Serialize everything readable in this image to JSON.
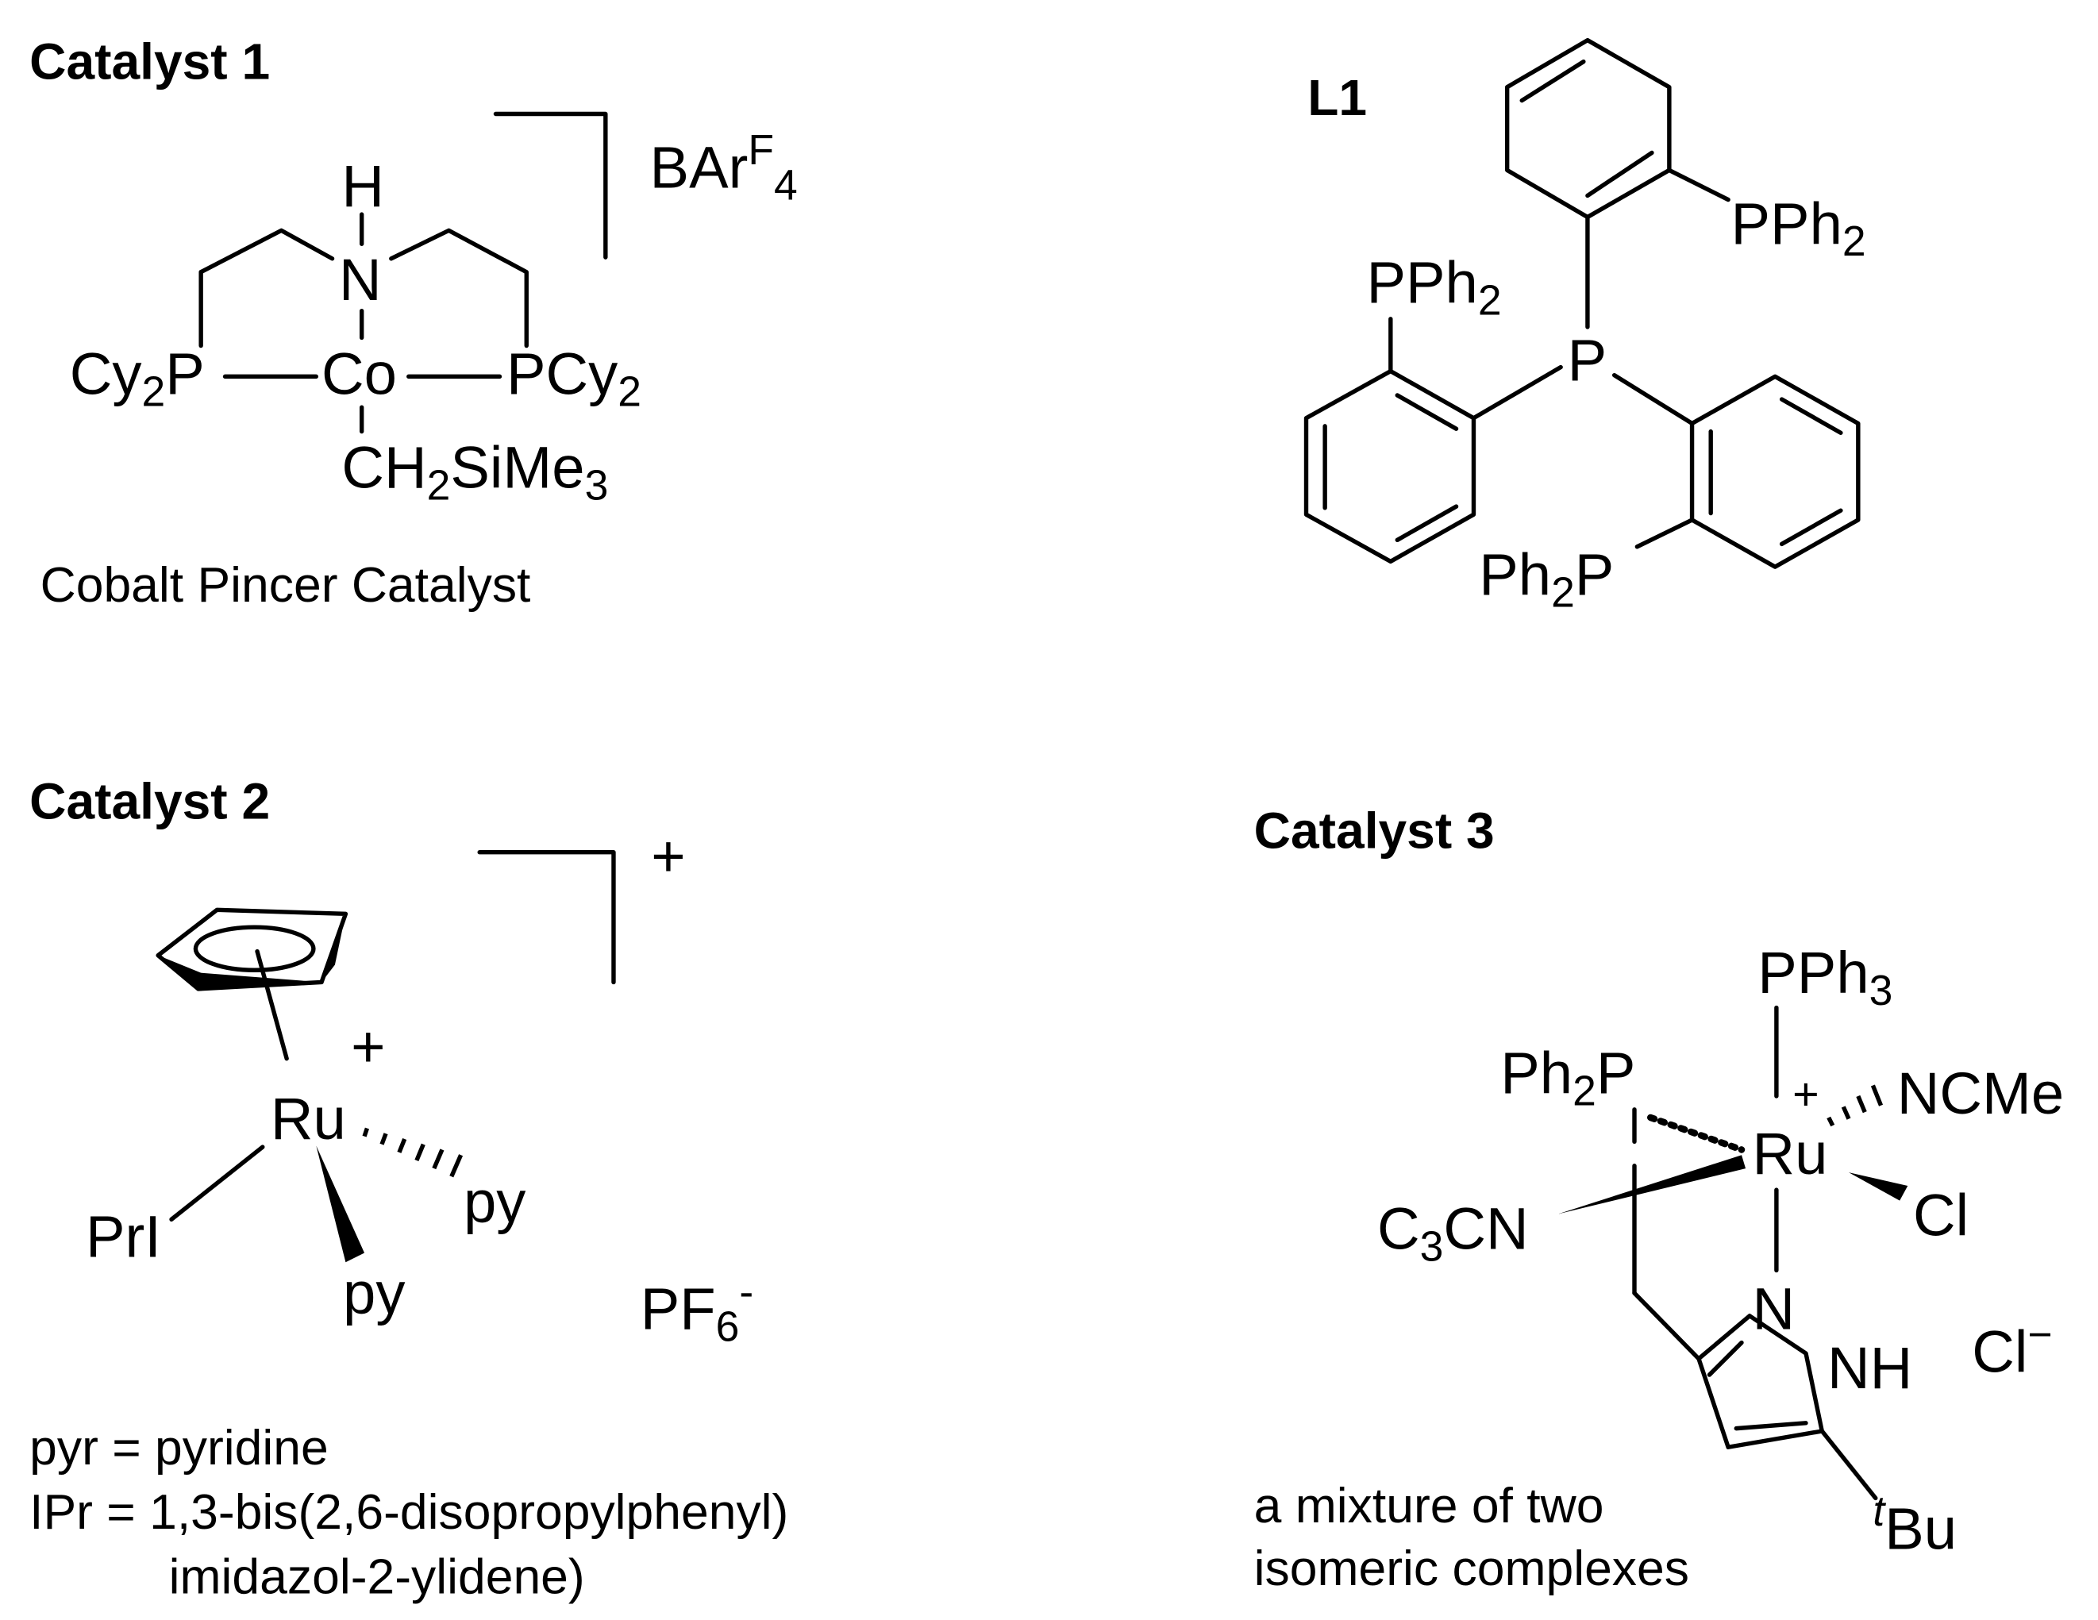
{
  "catalyst1": {
    "title": "Catalyst 1",
    "counterion": {
      "main": "BAr",
      "sup": "F",
      "sub": "4"
    },
    "atoms": {
      "h": "H",
      "n": "N",
      "cy2p_left": {
        "a": "Cy",
        "sub": "2",
        "b": "P"
      },
      "co": "Co",
      "pcy2_right": {
        "a": "PCy",
        "sub": "2"
      },
      "ch2sime3": {
        "a": "CH",
        "sub1": "2",
        "b": "SiMe",
        "sub2": "3"
      }
    },
    "caption": "Cobalt Pincer Catalyst"
  },
  "ligand": {
    "title": "L1",
    "atoms": {
      "p_center": "P",
      "pph2_top": {
        "a": "PPh",
        "sub": "2"
      },
      "pph2_left": {
        "a": "PPh",
        "sub": "2"
      },
      "ph2p_bottom": {
        "a": "Ph",
        "sub": "2",
        "b": "P"
      }
    }
  },
  "catalyst2": {
    "title": "Catalyst 2",
    "charge_outer": "+",
    "charge_metal": "+",
    "atoms": {
      "ru": "Ru",
      "iprl": "PrI",
      "py_right": "py",
      "py_bottom": "py"
    },
    "counterion": {
      "a": "PF",
      "sub": "6",
      "sup": "-"
    },
    "notes": [
      "pyr = pyridine",
      "IPr = 1,3-bis(2,6-disopropylphenyl)",
      "imidazol-2-ylidene)"
    ]
  },
  "catalyst3": {
    "title": "Catalyst 3",
    "atoms": {
      "pph3": {
        "a": "PPh",
        "sub": "3"
      },
      "ph2p": {
        "a": "Ph",
        "sub": "2",
        "b": "P"
      },
      "charge": "+",
      "ncme": "NCMe",
      "ru": "Ru",
      "c3cn": {
        "a": "C",
        "sub": "3",
        "b": "CN"
      },
      "cl_ligand": "Cl",
      "n_ring": "N",
      "nh": "NH",
      "tbu": {
        "sup": "t",
        "a": "Bu"
      }
    },
    "counterion": {
      "a": "Cl",
      "sup": "−"
    },
    "caption": [
      "a mixture of two",
      "isomeric complexes"
    ]
  }
}
